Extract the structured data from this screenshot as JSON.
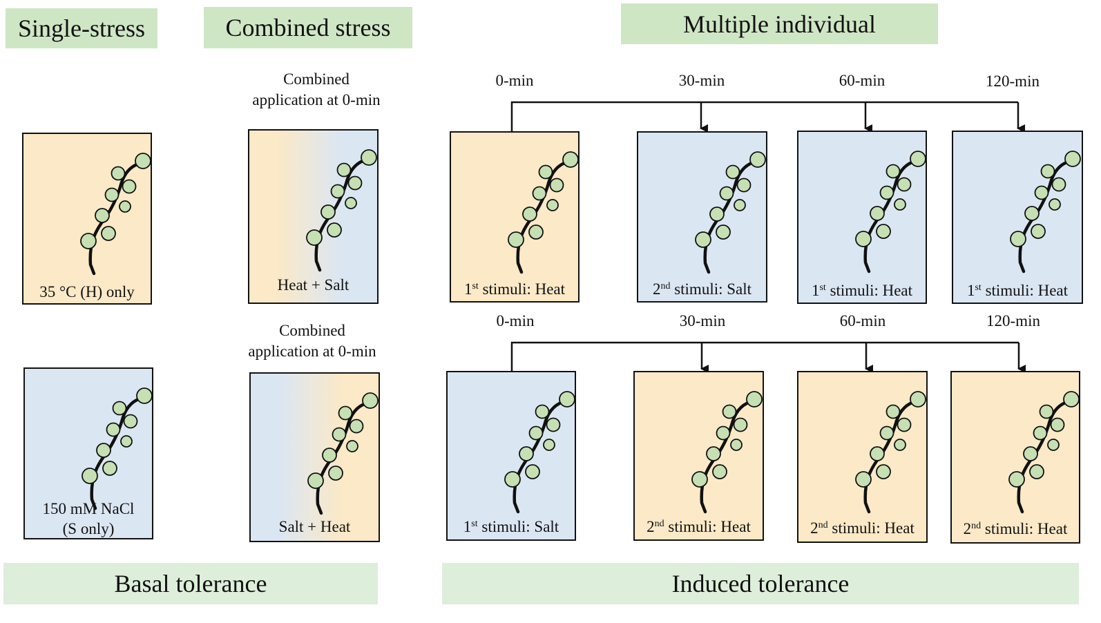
{
  "headers": {
    "single": "Single-stress",
    "combined": "Combined stress",
    "multiple": "Multiple individual"
  },
  "footers": {
    "basal": "Basal tolerance",
    "induced": "Induced tolerance"
  },
  "combined_captions": {
    "top_line1": "Combined",
    "top_line2": "application at 0-min",
    "bottom_line1": "Combined",
    "bottom_line2": "application at 0-min"
  },
  "single_panels": {
    "heat": "35 °C (H) only",
    "salt_line1": "150 mM NaCl",
    "salt_line2": "(S only)"
  },
  "combined_panels": {
    "heat_salt": "Heat + Salt",
    "salt_heat": "Salt + Heat"
  },
  "timeline_top": {
    "times": [
      "0-min",
      "30-min",
      "60-min",
      "120-min"
    ],
    "panels": [
      {
        "ord": "1",
        "sup": "st",
        "text": " stimuli: Heat",
        "fill": "heat"
      },
      {
        "ord": "2",
        "sup": "nd",
        "text": " stimuli: Salt",
        "fill": "salt"
      },
      {
        "ord": "1",
        "sup": "st",
        "text": " stimuli: Heat",
        "fill": "salt"
      },
      {
        "ord": "1",
        "sup": "st",
        "text": " stimuli: Heat",
        "fill": "salt"
      }
    ]
  },
  "timeline_bottom": {
    "times": [
      "0-min",
      "30-min",
      "60-min",
      "120-min"
    ],
    "panels": [
      {
        "ord": "1",
        "sup": "st",
        "text": " stimuli: Salt",
        "fill": "salt"
      },
      {
        "ord": "2",
        "sup": "nd",
        "text": " stimuli: Heat",
        "fill": "heat"
      },
      {
        "ord": "2",
        "sup": "nd",
        "text": " stimuli: Heat",
        "fill": "heat"
      },
      {
        "ord": "2",
        "sup": "nd",
        "text": " stimuli: Heat",
        "fill": "heat"
      }
    ]
  },
  "colors": {
    "heat": "#fbe9c7",
    "salt": "#dbe6f3",
    "header_green": "#cfe6c5",
    "leaf_green": "#c6e0b4"
  }
}
